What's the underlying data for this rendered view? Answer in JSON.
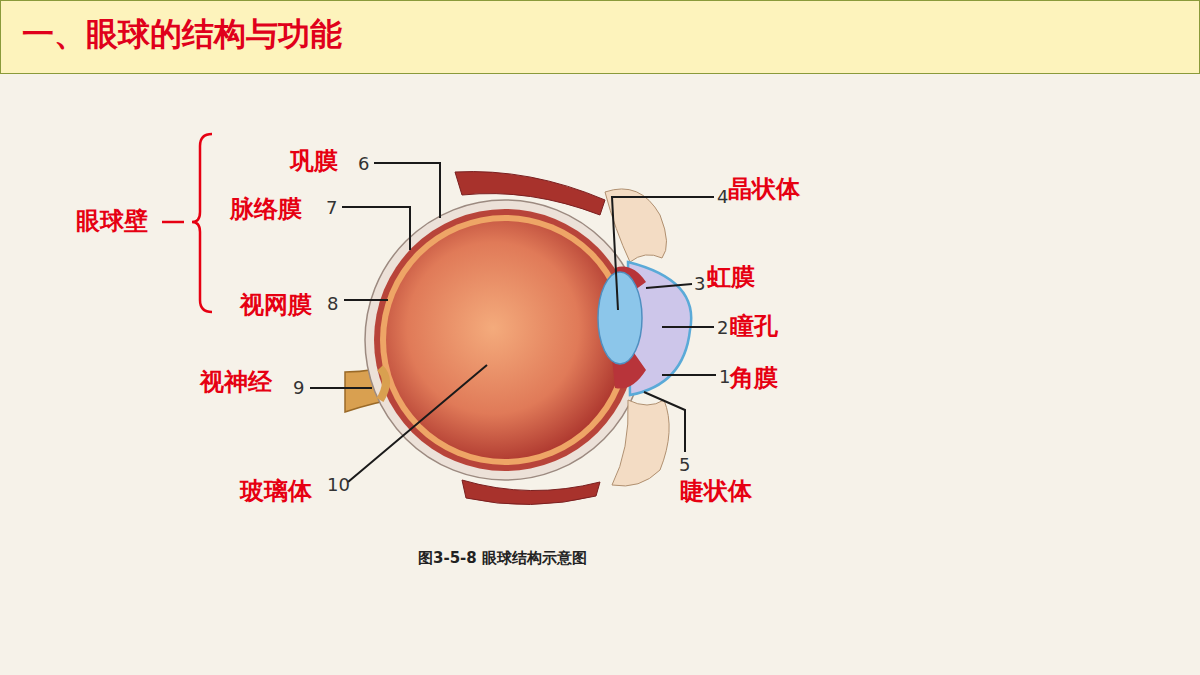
{
  "diagram": {
    "title": "一、眼球的结构与功能",
    "caption": "图3-5-8 眼球结构示意图",
    "labels": [
      "巩膜",
      "6",
      "脉络膜",
      "7",
      "眼球壁",
      "视网膜",
      "8",
      "视神经",
      "9",
      "玻璃体",
      "10",
      "晶状体",
      "4",
      "虹膜",
      "3",
      "瞳孔",
      "2",
      "角膜",
      "1",
      "睫状体",
      "5"
    ]
  }
}
